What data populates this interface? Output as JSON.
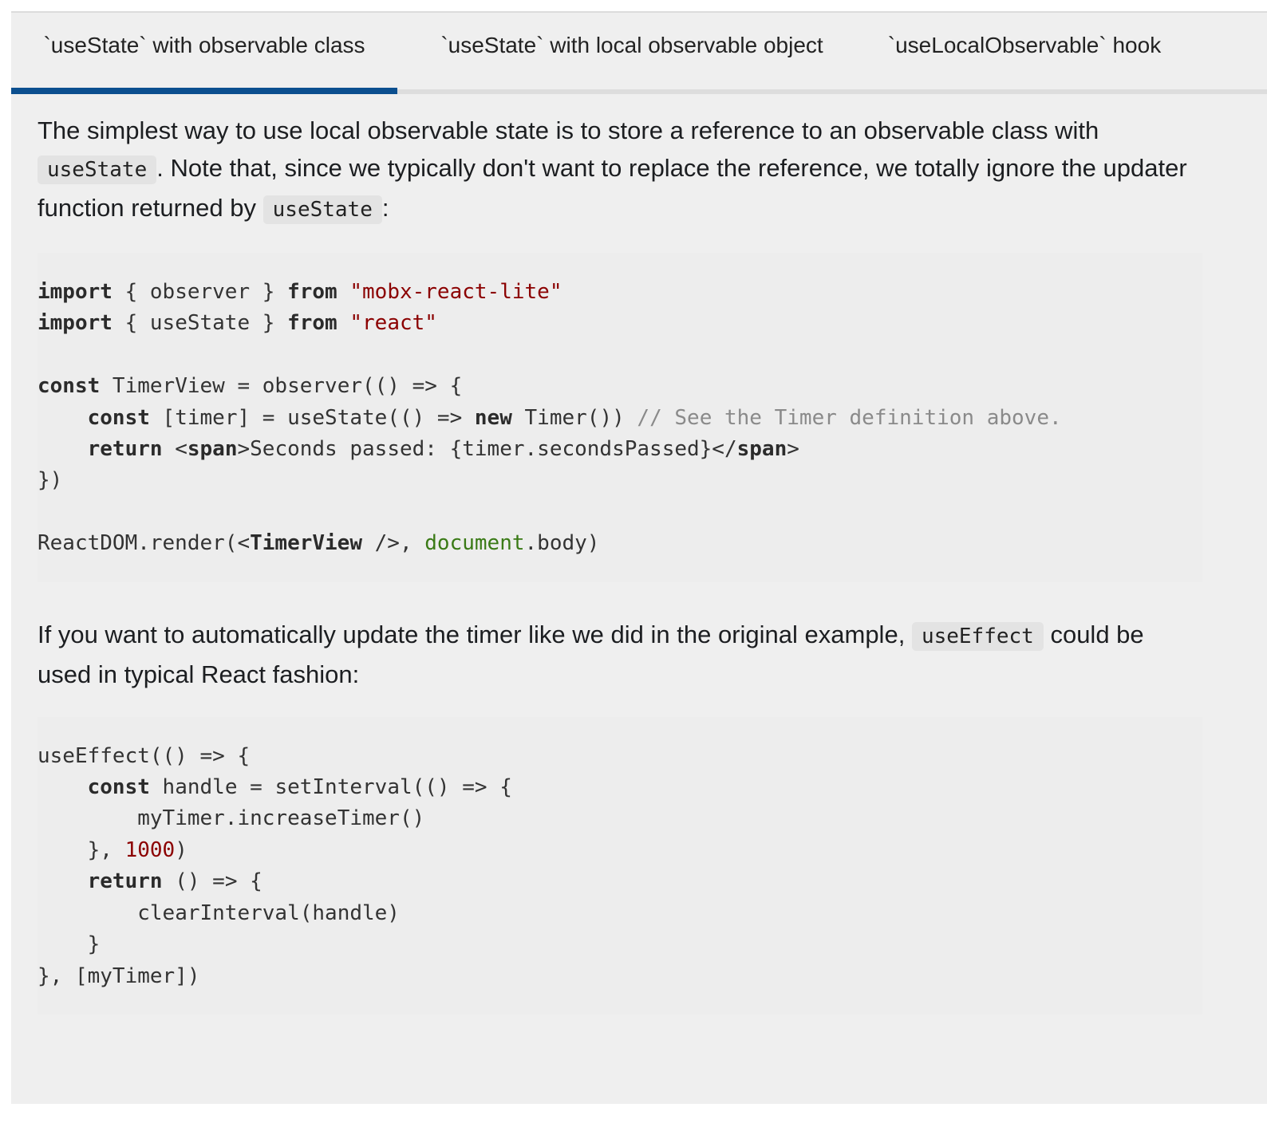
{
  "tabs": [
    {
      "label": "`useState` with observable class",
      "active": true
    },
    {
      "label": "`useState` with local observable object",
      "active": false
    },
    {
      "label": "`useLocalObservable` hook",
      "active": false
    }
  ],
  "intro": {
    "part1": "The simplest way to use local observable state is to store a reference to an observable class with",
    "code1": "useState",
    "part2": ". Note that, since we typically don't want to replace the reference, we totally ignore the updater function returned by",
    "code2": "useState",
    "part3": ":"
  },
  "code1": {
    "l1_kw1": "import",
    "l1_mid": " { observer } ",
    "l1_kw2": "from",
    "l1_str": "\"mobx-react-lite\"",
    "l2_kw1": "import",
    "l2_mid": " { useState } ",
    "l2_kw2": "from",
    "l2_str": "\"react\"",
    "l4_kw": "const",
    "l4_rest": " TimerView = observer(() => {",
    "l5_kw": "const",
    "l5_mid": " [timer] = useState(() => ",
    "l5_kw2": "new",
    "l5_rest": " Timer()) ",
    "l5_comment": "// See the Timer definition above.",
    "l6_kw": "return",
    "l6_lt": " <",
    "l6_tag1": "span",
    "l6_mid": ">Seconds passed: {timer.secondsPassed}</",
    "l6_tag2": "span",
    "l6_gt": ">",
    "l7": "})",
    "l9_a": "ReactDOM.render(<",
    "l9_tag": "TimerView",
    "l9_b": " />, ",
    "l9_doc": "document",
    "l9_c": ".body)"
  },
  "para2": {
    "part1": "If you want to automatically update the timer like we did in the original example,",
    "code": "useEffect",
    "part2": "could be used in typical React fashion:"
  },
  "code2": {
    "l1": "useEffect(() => {",
    "l2_kw": "const",
    "l2_rest": " handle = setInterval(() => {",
    "l3": "myTimer.increaseTimer()",
    "l4_a": "}, ",
    "l4_num": "1000",
    "l4_b": ")",
    "l5_kw": "return",
    "l5_rest": " () => {",
    "l6": "clearInterval(handle)",
    "l7": "}",
    "l8": "}, [myTimer])"
  }
}
